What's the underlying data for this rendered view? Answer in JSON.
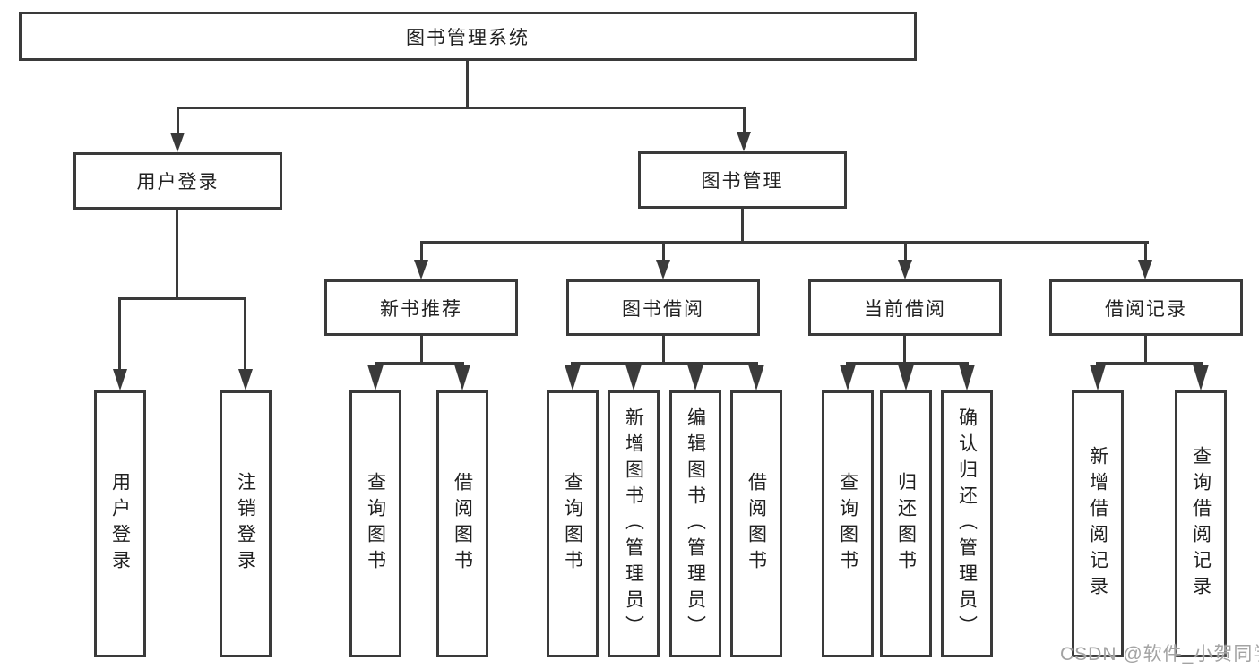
{
  "diagram": {
    "root": {
      "label": "图书管理系统"
    },
    "level2": [
      {
        "label": "用户登录"
      },
      {
        "label": "图书管理"
      }
    ],
    "level3": [
      {
        "label": "新书推荐"
      },
      {
        "label": "图书借阅"
      },
      {
        "label": "当前借阅"
      },
      {
        "label": "借阅记录"
      }
    ],
    "leaves": {
      "user_login": [
        "用户登录",
        "注销登录"
      ],
      "new_book": [
        "查询图书",
        "借阅图书"
      ],
      "book_borrow": [
        "查询图书",
        "新增图书（管理员）",
        "编辑图书（管理员）",
        "借阅图书"
      ],
      "current_borrow": [
        "查询图书",
        "归还图书",
        "确认归还（管理员）"
      ],
      "borrow_record": [
        "新增借阅记录",
        "查询借阅记录"
      ]
    }
  },
  "watermark": {
    "text": "CSDN @软件_小贺同学"
  },
  "colors": {
    "line": "#3a3a3a",
    "text": "#212121",
    "watermark": "#a3a3a3",
    "background": "#ffffff"
  }
}
